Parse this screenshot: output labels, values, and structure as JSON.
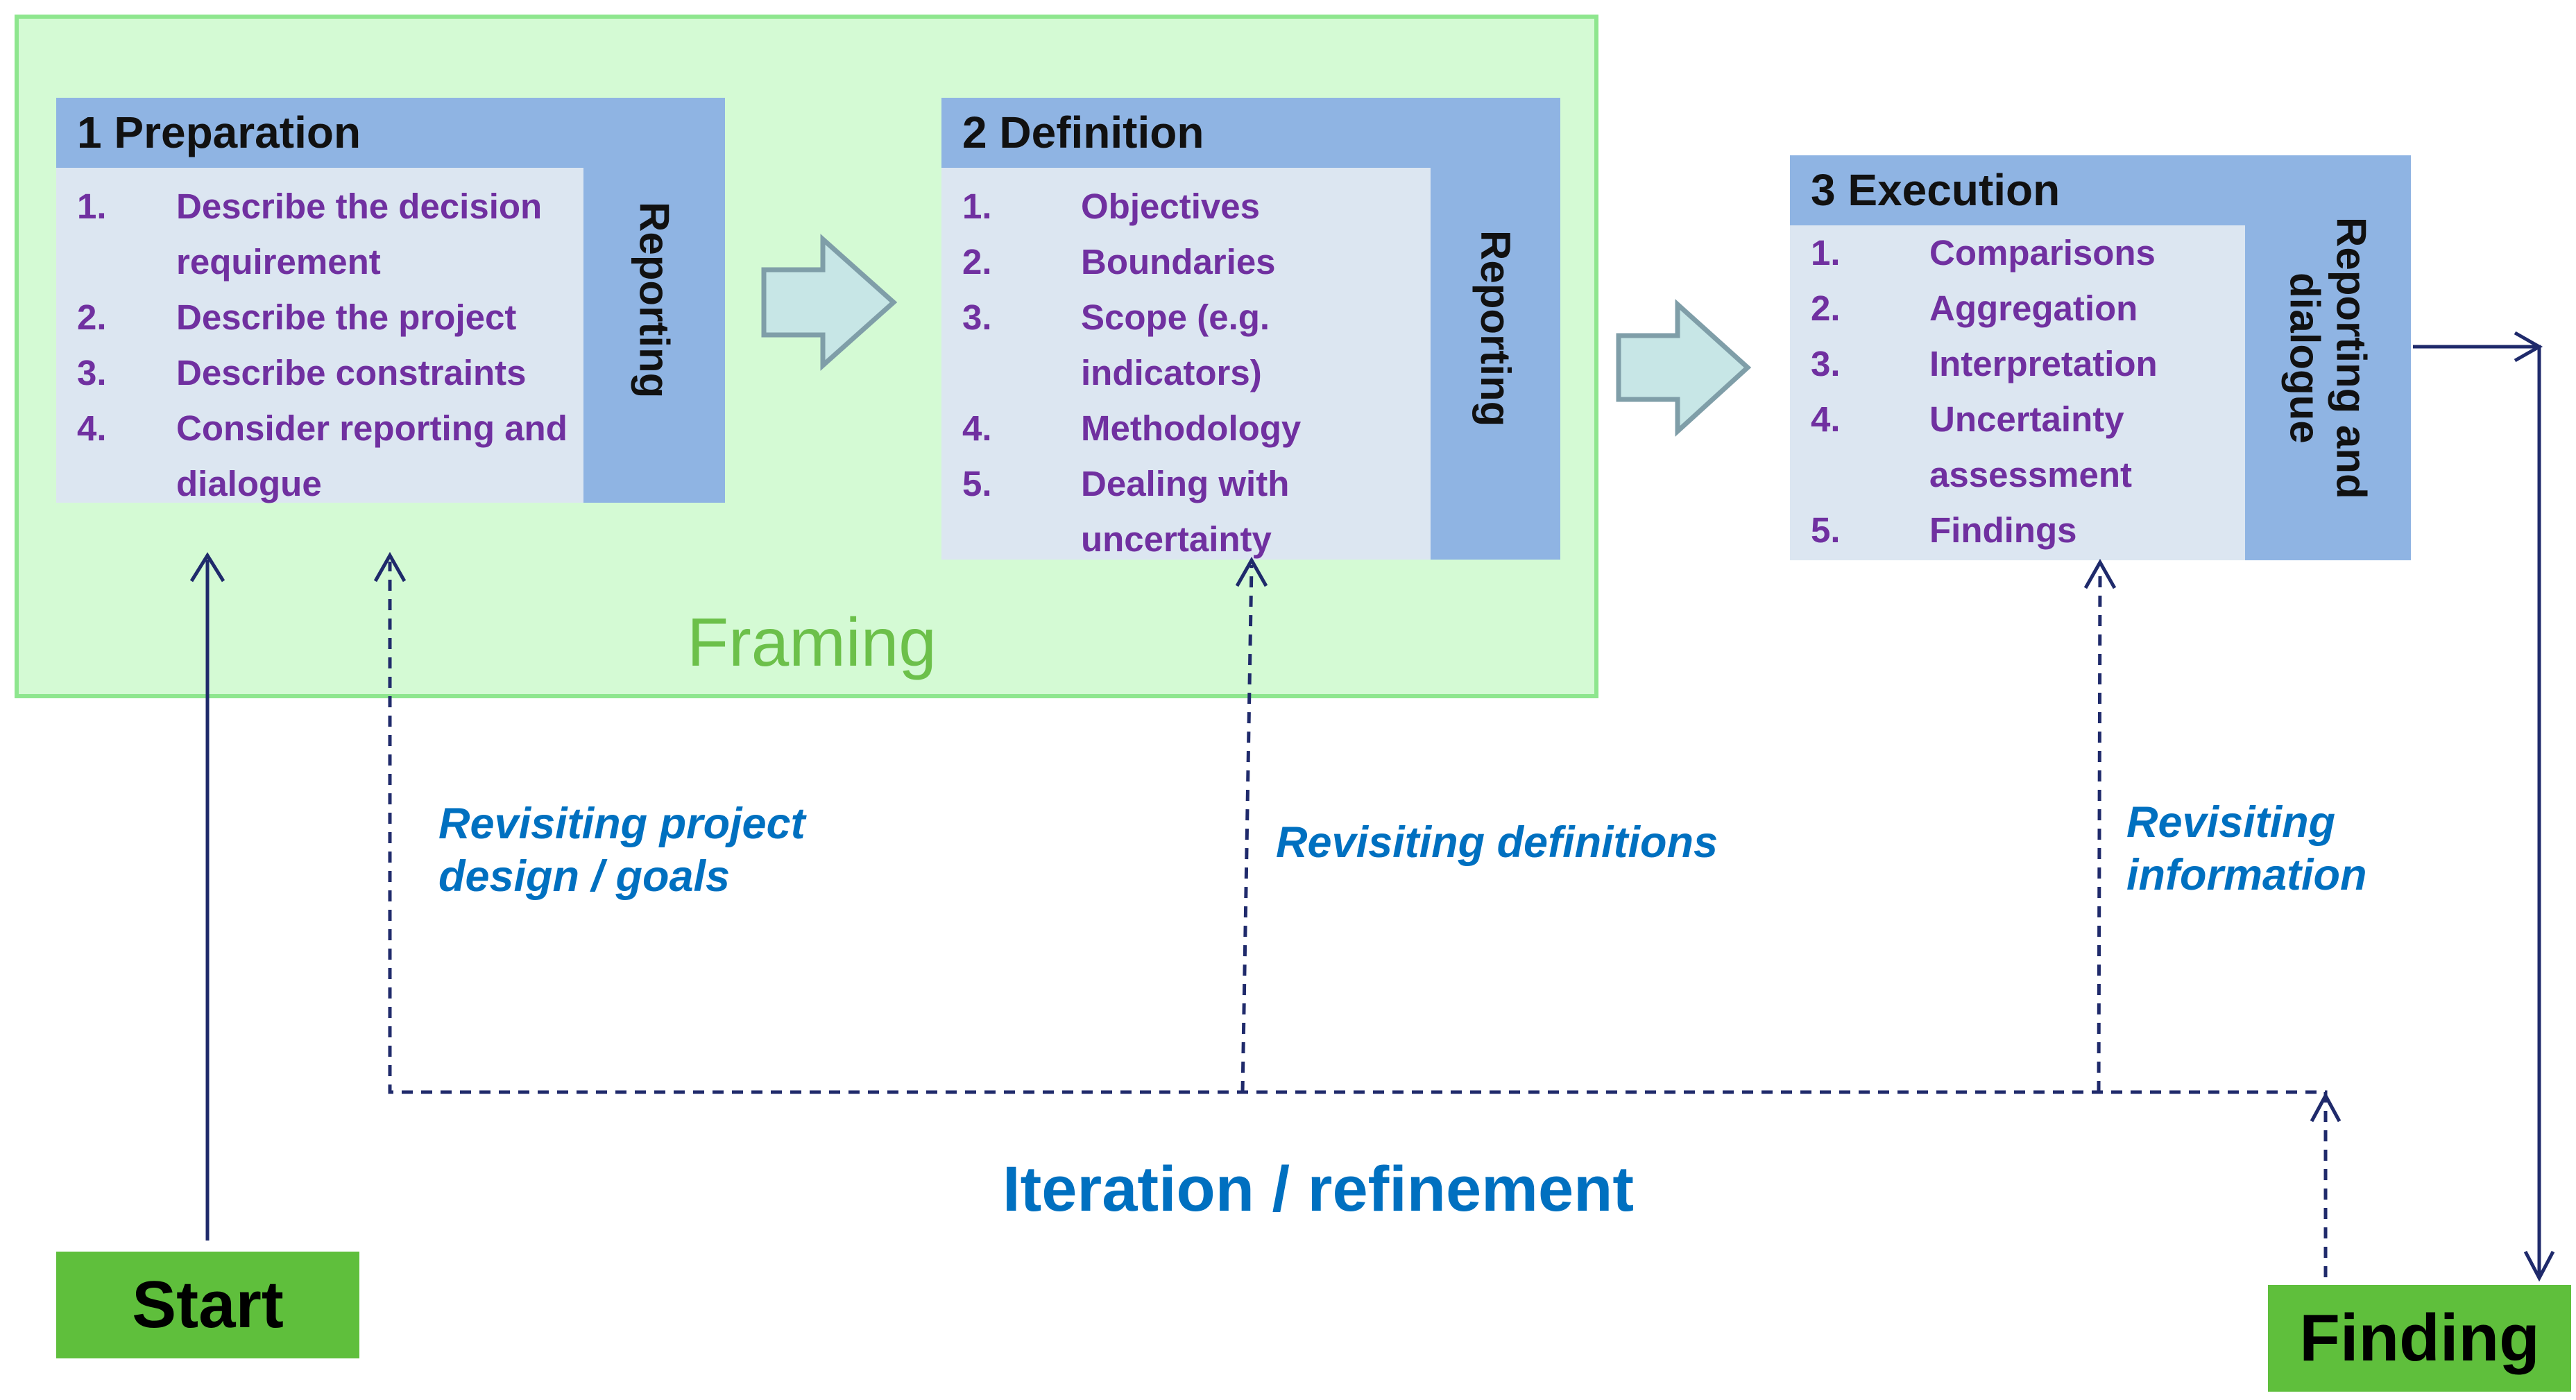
{
  "framing": {
    "label": "Framing"
  },
  "stages": [
    {
      "title": "1 Preparation",
      "side_label": "Reporting",
      "items": [
        {
          "num": "1.",
          "lines": [
            "Describe the decision",
            "requirement"
          ]
        },
        {
          "num": "2.",
          "lines": [
            "Describe the project"
          ]
        },
        {
          "num": "3.",
          "lines": [
            "Describe constraints"
          ]
        },
        {
          "num": "4.",
          "lines": [
            "Consider reporting and",
            "dialogue"
          ]
        }
      ]
    },
    {
      "title": "2 Definition",
      "side_label": "Reporting",
      "items": [
        {
          "num": "1.",
          "lines": [
            "Objectives"
          ]
        },
        {
          "num": "2.",
          "lines": [
            "Boundaries"
          ]
        },
        {
          "num": "3.",
          "lines": [
            "Scope (e.g.",
            "indicators)"
          ]
        },
        {
          "num": "4.",
          "lines": [
            "Methodology"
          ]
        },
        {
          "num": "5.",
          "lines": [
            "Dealing with",
            "uncertainty"
          ]
        }
      ]
    },
    {
      "title": "3 Execution",
      "side_label": "Reporting and dialogue",
      "items": [
        {
          "num": "1.",
          "lines": [
            "Comparisons"
          ]
        },
        {
          "num": "2.",
          "lines": [
            "Aggregation"
          ]
        },
        {
          "num": "3.",
          "lines": [
            "Interpretation"
          ]
        },
        {
          "num": "4.",
          "lines": [
            "Uncertainty",
            "assessment"
          ]
        },
        {
          "num": "5.",
          "lines": [
            "Findings"
          ]
        }
      ]
    }
  ],
  "feedback_labels": {
    "project": [
      "Revisiting project",
      "design / goals"
    ],
    "definitions": "Revisiting definitions",
    "information": [
      "Revisiting",
      "information"
    ]
  },
  "iteration_label": "Iteration / refinement",
  "start_label": "Start",
  "finding_label": "Finding",
  "colors": {
    "framing_fill": "#d4fad4",
    "framing_border": "#8ee68e",
    "stage_header": "#8fb4e3",
    "stage_body": "#dce6f1",
    "item_text": "#7030a0",
    "label_blue": "#0070c0",
    "arrow_line": "#1f2a6b",
    "block_arrow_fill": "#c7e6e6",
    "block_arrow_stroke": "#7f9ea8",
    "green_box": "#5fbf3c"
  }
}
